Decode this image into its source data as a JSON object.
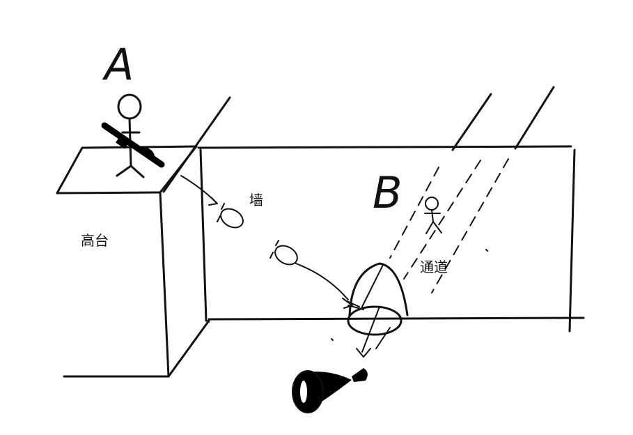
{
  "labels": {
    "soldier_a": "A",
    "person_b": "B",
    "high_platform": "高台",
    "wall": "墙",
    "passage": "通道"
  }
}
